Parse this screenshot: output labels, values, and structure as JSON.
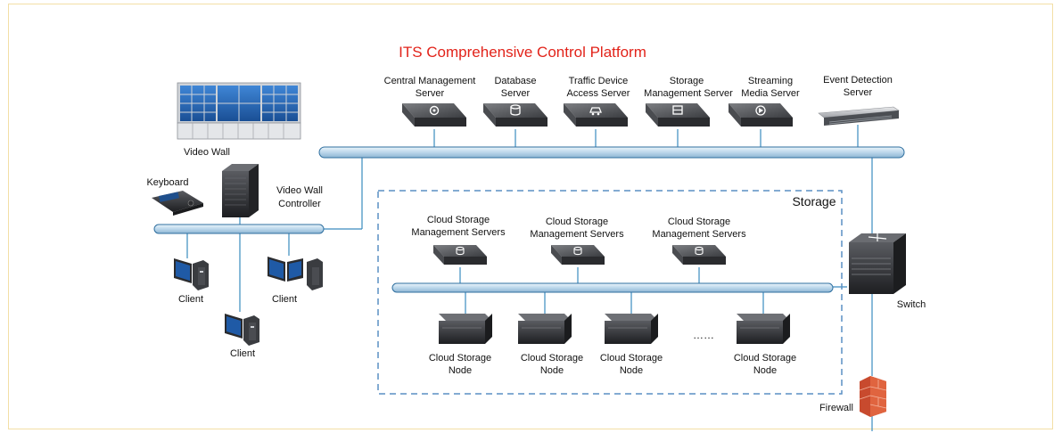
{
  "title": "ITS Comprehensive Control Platform",
  "colors": {
    "title": "#e2231a",
    "bus": "#c6deef",
    "bus_stroke": "#2f6f9f",
    "link": "#3a8bbf",
    "dash": "#5a8fc4",
    "frame": "#f3dfa6"
  },
  "top_servers": [
    {
      "l1": "Central Management",
      "l2": "Server",
      "icon": "cloud-gear-icon"
    },
    {
      "l1": "Database",
      "l2": "Server",
      "icon": "database-icon"
    },
    {
      "l1": "Traffic Device",
      "l2": "Access Server",
      "icon": "car-icon"
    },
    {
      "l1": "Storage",
      "l2": "Management Server",
      "icon": "storage-icon"
    },
    {
      "l1": "Streaming",
      "l2": "Media Server",
      "icon": "media-icon"
    },
    {
      "l1": "Event Detection",
      "l2": "Server",
      "icon": "rack-server-icon"
    }
  ],
  "video_wall": "Video Wall",
  "controller": {
    "l1": "Video Wall",
    "l2": "Controller"
  },
  "keyboard": "Keyboard",
  "clients": [
    "Client",
    "Client",
    "Client"
  ],
  "storage": {
    "label": "Storage",
    "mgmt": [
      {
        "l1": "Cloud Storage",
        "l2": "Management Servers"
      },
      {
        "l1": "Cloud Storage",
        "l2": "Management Servers"
      },
      {
        "l1": "Cloud Storage",
        "l2": "Management Servers"
      }
    ],
    "nodes": [
      {
        "l1": "Cloud Storage",
        "l2": "Node"
      },
      {
        "l1": "Cloud Storage",
        "l2": "Node"
      },
      {
        "l1": "Cloud Storage",
        "l2": "Node"
      },
      {
        "l1": "Cloud Storage",
        "l2": "Node"
      }
    ],
    "ellipsis": "……"
  },
  "switch": "Switch",
  "firewall": "Firewall"
}
